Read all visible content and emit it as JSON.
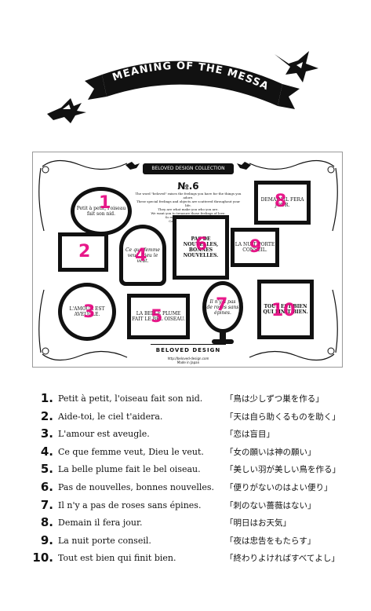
{
  "banner": {
    "title": "MEANING OF THE MESSAGES"
  },
  "sheet": {
    "header": "BELOVED DESIGN COLLECTION",
    "number": "№.6",
    "intro": [
      "The word \"beloved\" raises the feelings you have for the things you adore.",
      "These special feelings and objects are scattered throughout your life.",
      "They are what make you who you are.",
      "We want you to treasure those feelings of love.",
      "So we've given them a stage.",
      "Called \"beloved design.\""
    ],
    "footer": "BELOVED DESIGN",
    "url": "http://beloved-design.com",
    "made": "Made in Japan",
    "frames": [
      {
        "num": "1",
        "text": "Petit à petit, l'oiseau fait son nid."
      },
      {
        "num": "2",
        "text": ""
      },
      {
        "num": "3",
        "text": "L'AMOUR EST AVEUGLE."
      },
      {
        "num": "4",
        "text": "Ce que femme veut, Dieu le veut."
      },
      {
        "num": "5",
        "text": "LA BELLE PLUME FAIT LE BEL OISEAU."
      },
      {
        "num": "6",
        "text": "PAS DE NOUVELLES, BONNES NOUVELLES."
      },
      {
        "num": "7",
        "text": "Il n'y a pas de roses sans épines."
      },
      {
        "num": "8",
        "text": "DEMAIN IL FERA JOUR."
      },
      {
        "num": "9",
        "text": "LA NUIT PORTE CONSEIL."
      },
      {
        "num": "10",
        "text": "TOUT EST BIEN QUI FINIT BIEN."
      }
    ]
  },
  "messages": [
    {
      "num": "1.",
      "french": "Petit à petit, l'oiseau fait son nid.",
      "japanese": "「鳥は少しずつ巣を作る」"
    },
    {
      "num": "2.",
      "french": "Aide-toi, le  ciel t'aidera.",
      "japanese": "「天は自ら助くるものを助く」"
    },
    {
      "num": "3.",
      "french": "L'amour est aveugle.",
      "japanese": "「恋は盲目」"
    },
    {
      "num": "4.",
      "french": "Ce que femme veut, Dieu le veut.",
      "japanese": "「女の願いは神の願い」"
    },
    {
      "num": "5.",
      "french": "La belle plume fait le bel oiseau.",
      "japanese": "「美しい羽が美しい鳥を作る」"
    },
    {
      "num": "6.",
      "french": "Pas de nouvelles, bonnes nouvelles.",
      "japanese": "「便りがないのはよい便り」"
    },
    {
      "num": "7.",
      "french": "Il n'y a pas de roses sans épines.",
      "japanese": "「刺のない薔薇はない」"
    },
    {
      "num": "8.",
      "french": "Demain il fera jour.",
      "japanese": "「明日はお天気」"
    },
    {
      "num": "9.",
      "french": "La nuit porte conseil.",
      "japanese": "「夜は忠告をもたらす」"
    },
    {
      "num": "10.",
      "french": "Tout est bien qui finit bien.",
      "japanese": "「終わりよければすべてよし」"
    }
  ],
  "colors": {
    "accent": "#e6007e",
    "ink": "#111111"
  },
  "icons": [
    "swallow-bird-icon",
    "ribbon-banner",
    "ornamental-frame"
  ]
}
